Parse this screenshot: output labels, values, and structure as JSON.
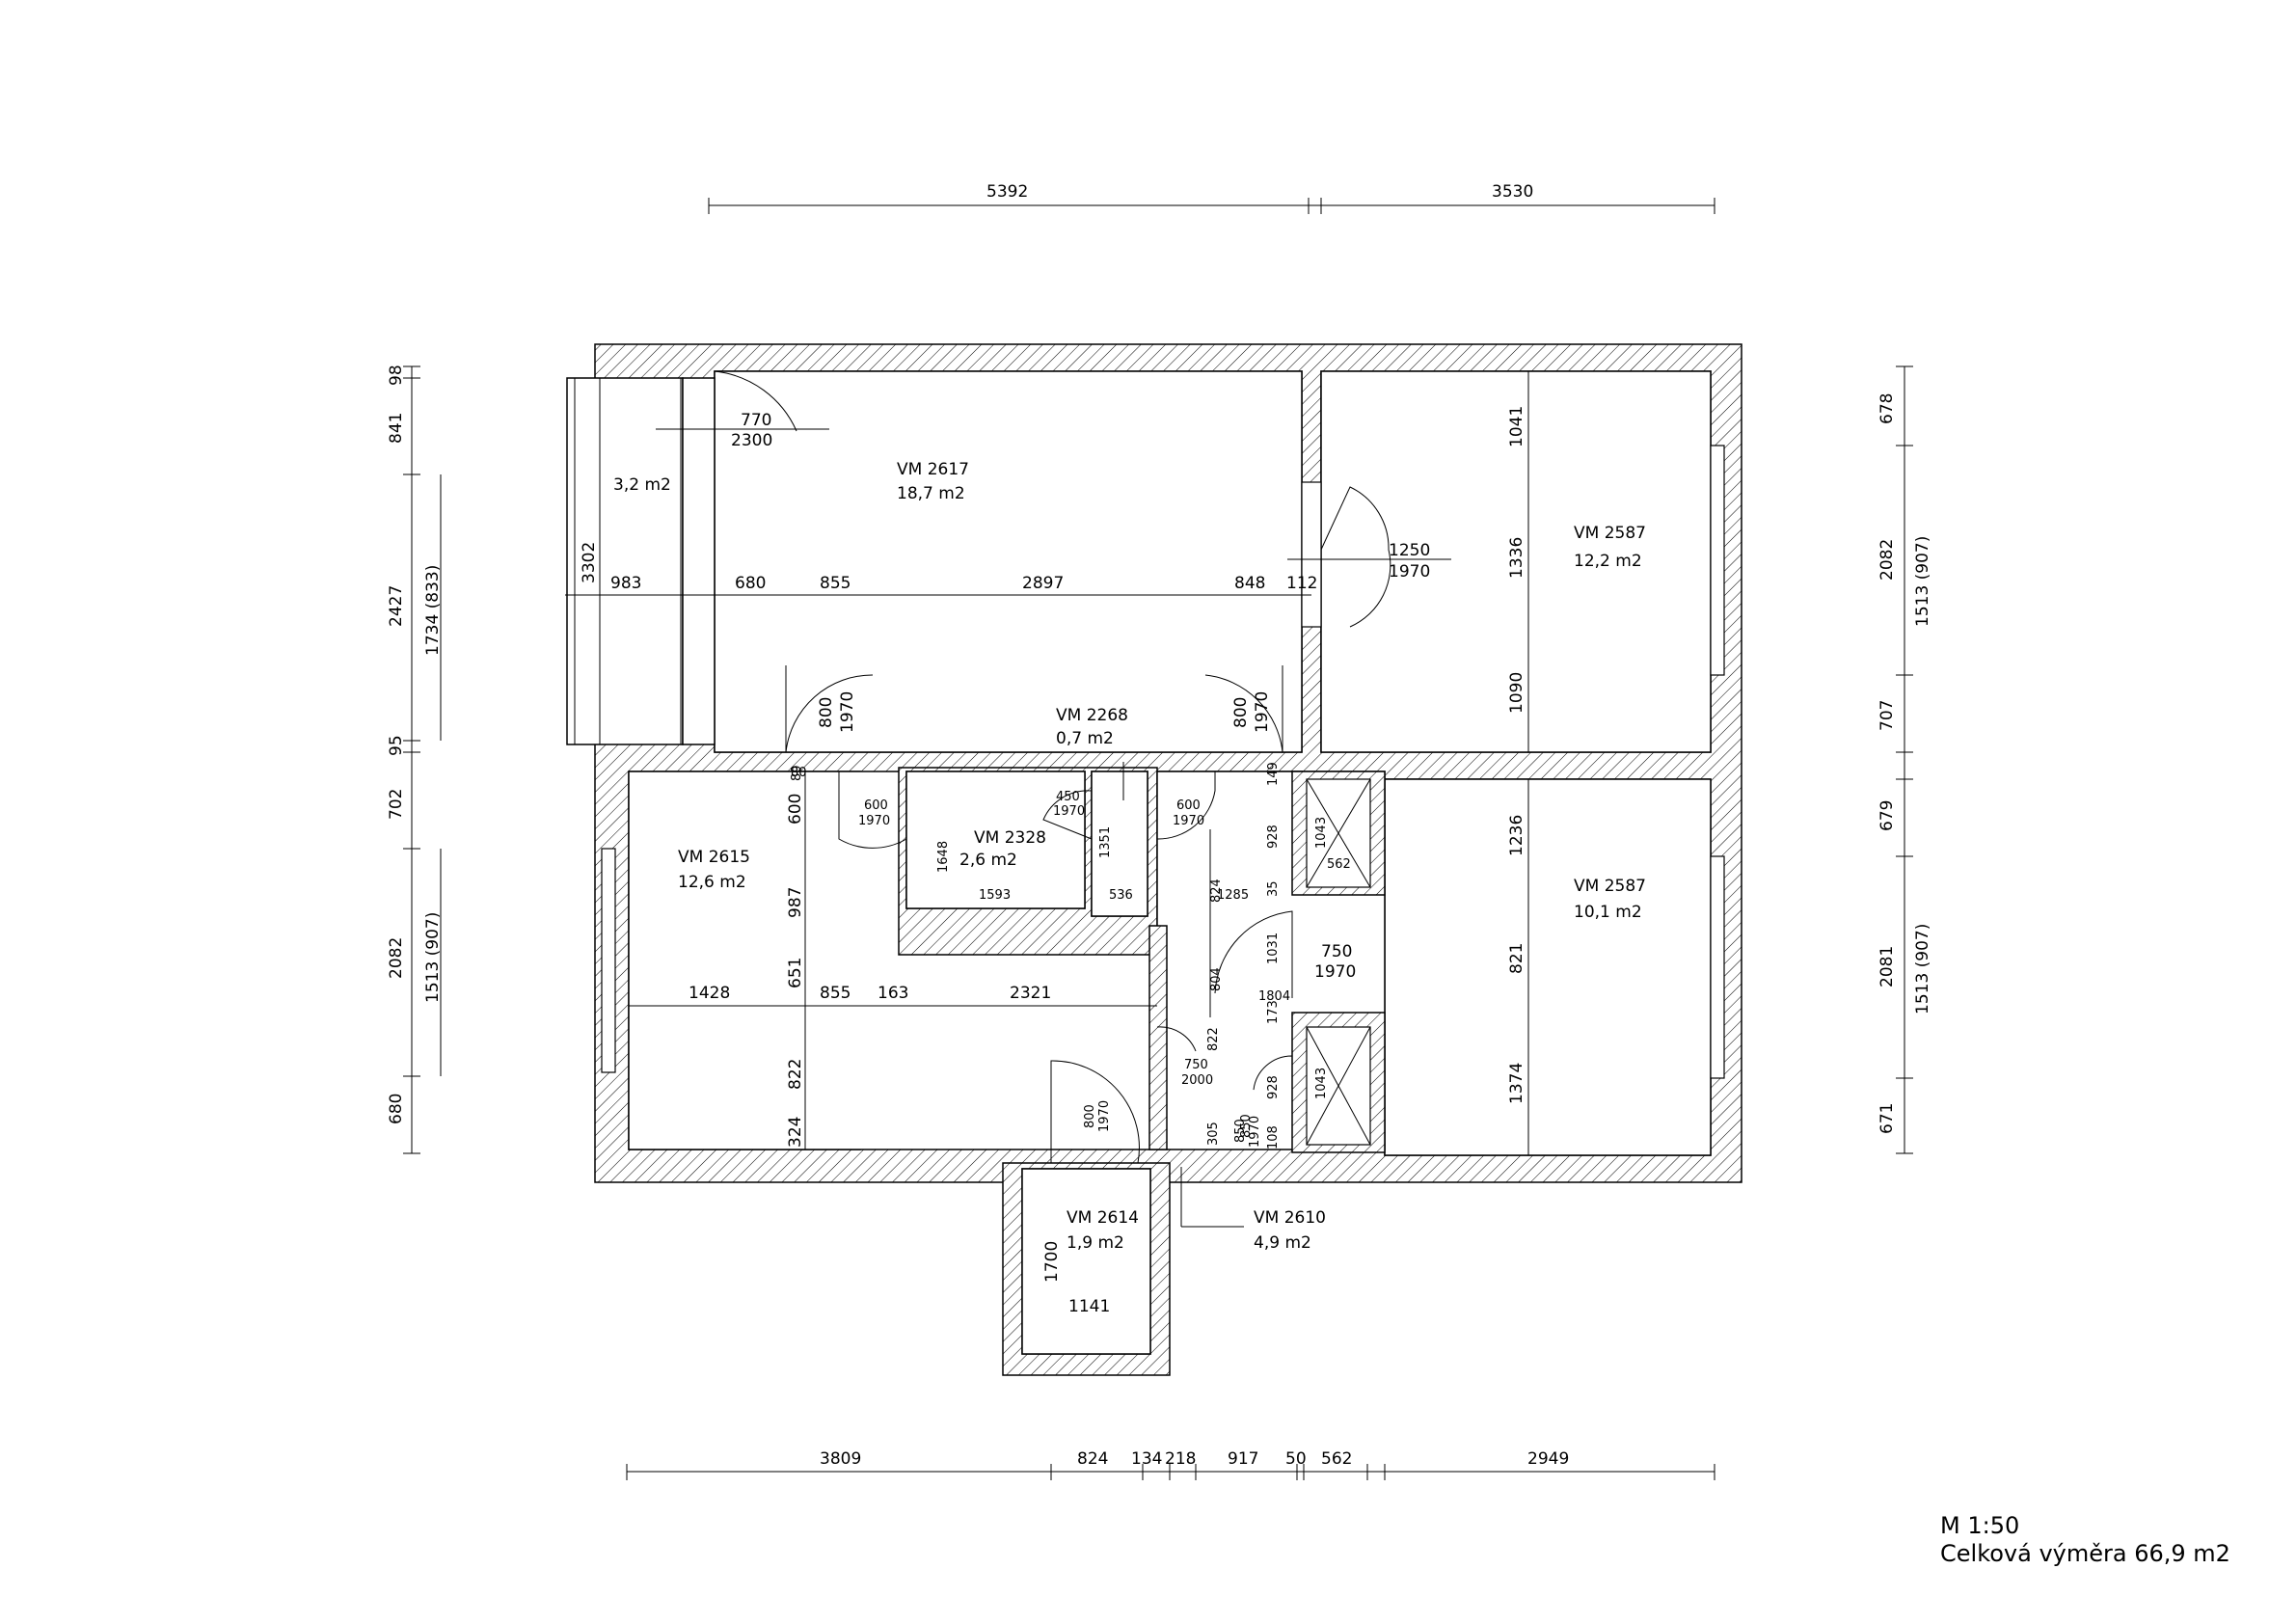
{
  "rooms": [
    {
      "id": "room-2617",
      "name": "VM 2617",
      "area": "18,7 m2"
    },
    {
      "id": "room-balcony",
      "name": "",
      "area": "3,2 m2"
    },
    {
      "id": "room-2587-a",
      "name": "VM 2587",
      "area": "12,2 m2"
    },
    {
      "id": "room-2587-b",
      "name": "VM 2587",
      "area": "10,1 m2"
    },
    {
      "id": "room-2615",
      "name": "VM 2615",
      "area": "12,6 m2"
    },
    {
      "id": "room-2328",
      "name": "VM 2328",
      "area": "2,6 m2"
    },
    {
      "id": "room-2268",
      "name": "VM 2268",
      "area": "0,7 m2"
    },
    {
      "id": "room-2614",
      "name": "VM 2614",
      "area": "1,9 m2"
    },
    {
      "id": "room-2610",
      "name": "VM 2610",
      "area": "4,9 m2"
    }
  ],
  "dims": {
    "top": [
      "5392",
      "3530"
    ],
    "bottom": [
      "3809",
      "824",
      "134",
      "218",
      "917",
      "50",
      "562",
      "2949"
    ],
    "left": [
      "98",
      "841",
      "2427",
      "95",
      "702",
      "2082",
      "680"
    ],
    "left_outer": [
      "1734 (833)",
      "1513 (907)"
    ],
    "right": [
      "678",
      "2082",
      "707",
      "679",
      "2081",
      "671"
    ],
    "right_outer": [
      "1513 (907)",
      "1513 (907)"
    ],
    "row1": [
      "983",
      "680",
      "855",
      "2897",
      "848",
      "112"
    ],
    "row2": [
      "1428",
      "855",
      "163",
      "2321"
    ],
    "room2587a_v": [
      "1041",
      "1336",
      "1090"
    ],
    "room2587b_v": [
      "1236",
      "821",
      "1374"
    ],
    "room2615_v": [
      "80",
      "600",
      "987",
      "651",
      "822",
      "324"
    ],
    "balcony_v": "3302",
    "room2328": [
      "1648",
      "1593",
      "1351",
      "536"
    ],
    "room2614": [
      "1700",
      "1141"
    ],
    "hall": [
      "824",
      "1285",
      "804",
      "1804",
      "822",
      "305",
      "850"
    ],
    "misc": [
      "80",
      "149",
      "928",
      "35",
      "1043",
      "562",
      "1031",
      "173",
      "928",
      "1043",
      "108"
    ]
  },
  "doors": [
    {
      "w": "770",
      "h": "2300"
    },
    {
      "w": "1250",
      "h": "1970"
    },
    {
      "w": "800",
      "h": "1970"
    },
    {
      "w": "800",
      "h": "1970"
    },
    {
      "w": "600",
      "h": "1970"
    },
    {
      "w": "450",
      "h": "1970"
    },
    {
      "w": "600",
      "h": "1970"
    },
    {
      "w": "750",
      "h": "1970"
    },
    {
      "w": "750",
      "h": "2000"
    },
    {
      "w": "800",
      "h": "1970"
    },
    {
      "w": "850",
      "h": "1970"
    }
  ],
  "footer": {
    "scale": "M 1:50",
    "total": "Celková výměra 66,9 m2"
  }
}
